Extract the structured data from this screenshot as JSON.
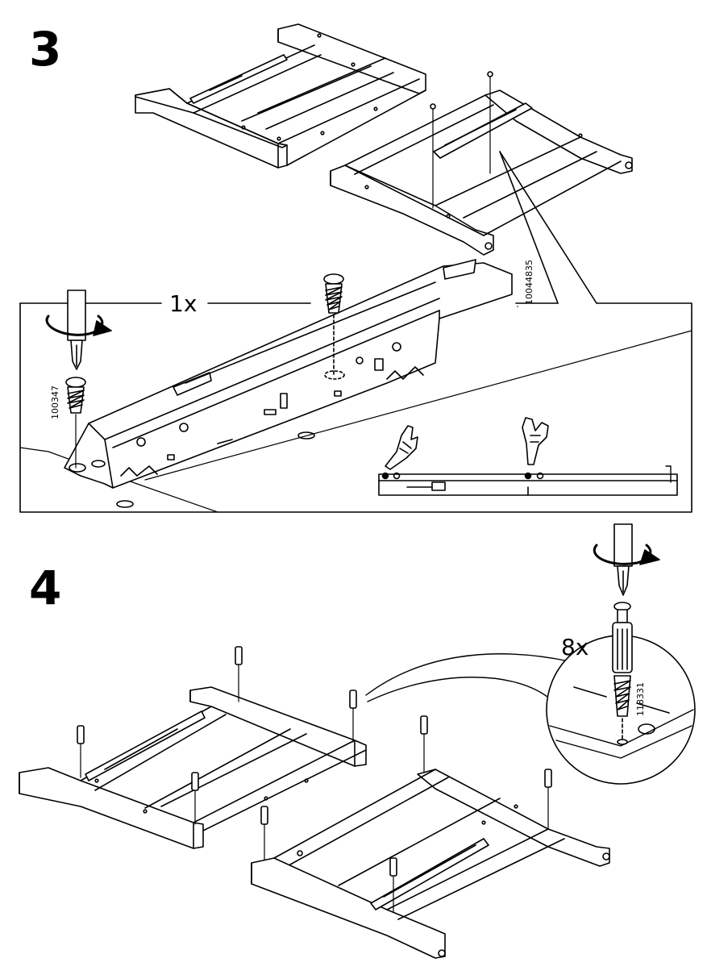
{
  "steps": [
    {
      "number": "3",
      "quantity": "1x",
      "part_codes": {
        "screw": "100347",
        "drawer_slide": "10044835"
      }
    },
    {
      "number": "4",
      "quantity": "8x",
      "part_codes": {
        "dowel": "118331"
      }
    }
  ],
  "icons": [
    "screwdriver-icon",
    "rotate-clockwise-icon",
    "pointing-hand-icon"
  ]
}
